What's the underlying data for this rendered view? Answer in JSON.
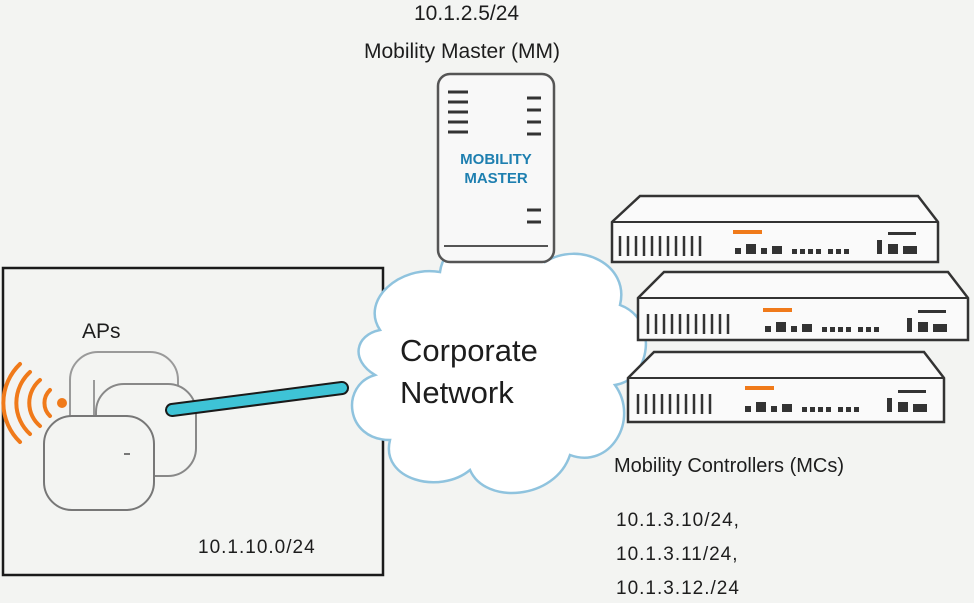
{
  "mm": {
    "ip": "10.1.2.5/24",
    "label": "Mobility Master (MM)",
    "device_text_line1": "MOBILITY",
    "device_text_line2": "MASTER"
  },
  "cloud": {
    "line1": "Corporate",
    "line2": "Network"
  },
  "ap_zone": {
    "label": "APs",
    "subnet": "10.1.10.0/24"
  },
  "mcs": {
    "label": "Mobility Controllers (MCs)",
    "ips": [
      "10.1.3.10/24,",
      "10.1.3.11/24,",
      "10.1.3.12./24"
    ]
  },
  "colors": {
    "accent_orange": "#f07a1a",
    "cable_cyan": "#3ec3d6",
    "mm_text_blue": "#1e7fb0",
    "cloud_stroke": "#8fc3de"
  }
}
